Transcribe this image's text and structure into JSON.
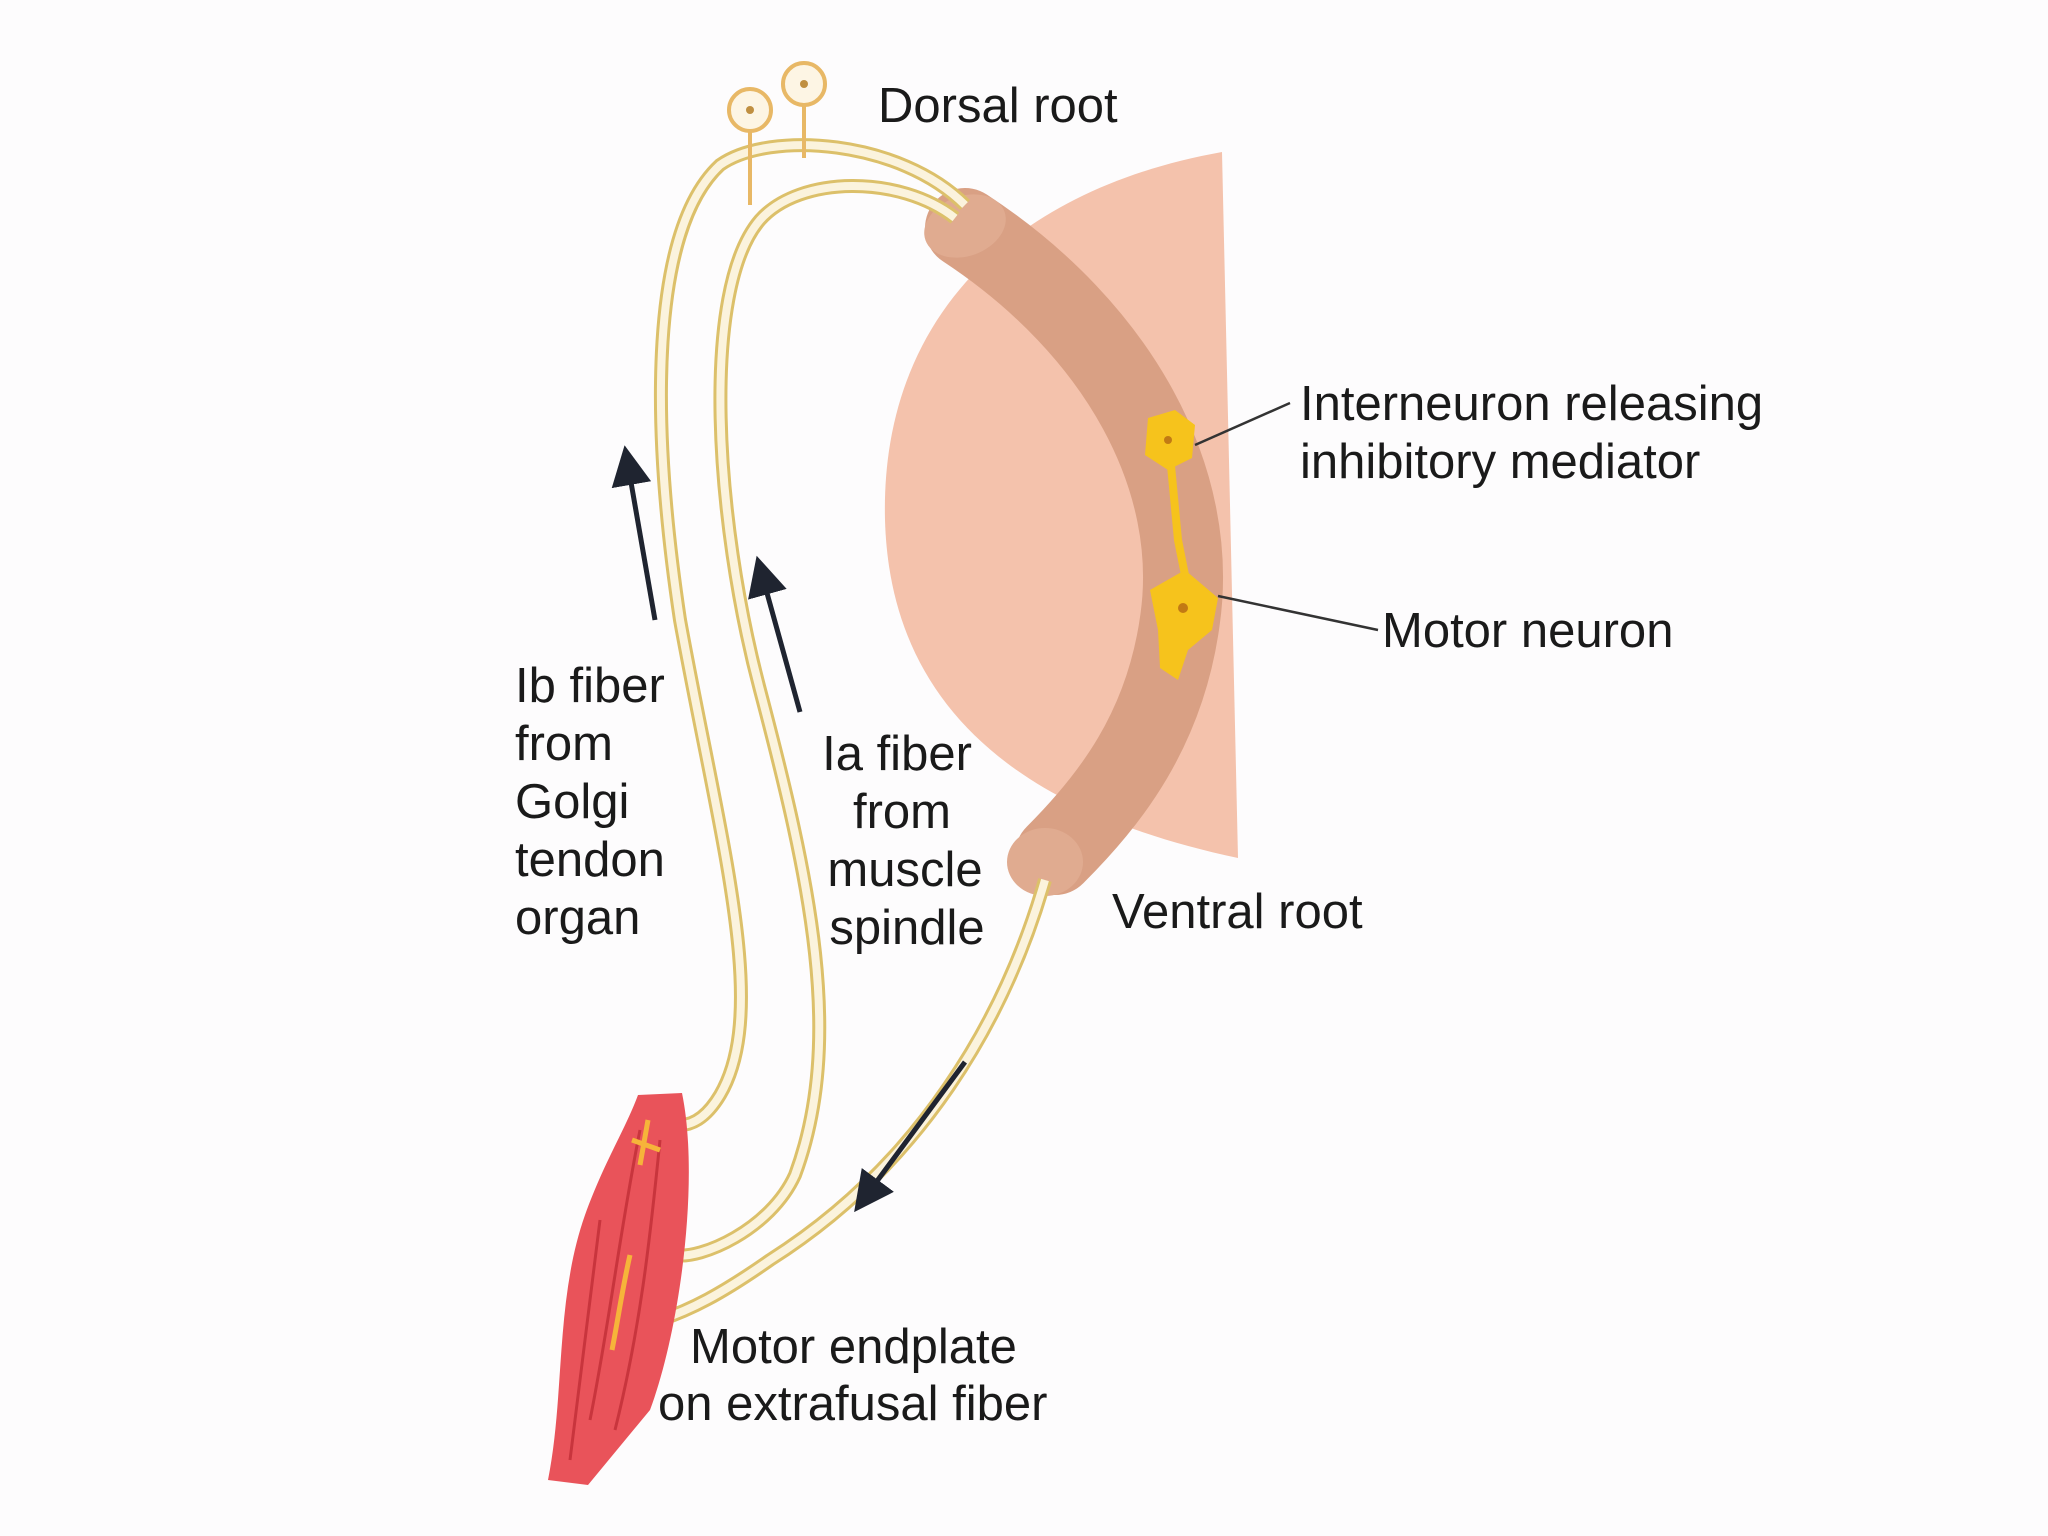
{
  "labels": {
    "dorsal_root": "Dorsal root",
    "interneuron_line1": "Interneuron releasing",
    "interneuron_line2": "inhibitory mediator",
    "motor_neuron": "Motor neuron",
    "ventral_root": "Ventral root",
    "ib_fiber": [
      "Ib fiber",
      "from",
      "Golgi",
      "tendon",
      "organ"
    ],
    "ia_fiber": [
      "Ia fiber",
      "from",
      "muscle",
      "spindle"
    ],
    "motor_endplate_line1": "Motor endplate",
    "motor_endplate_line2": "on extrafusal fiber"
  },
  "colors": {
    "spinal_cord": "#f4c2ac",
    "gray_matter_root": "#d9a084",
    "nerve_fiber": "#f7e1a3",
    "nerve_outline": "#dcc06a",
    "interneuron": "#f6c31c",
    "muscle": "#e9535a",
    "arrow": "#1f2430",
    "ganglion": "#e8b866"
  }
}
